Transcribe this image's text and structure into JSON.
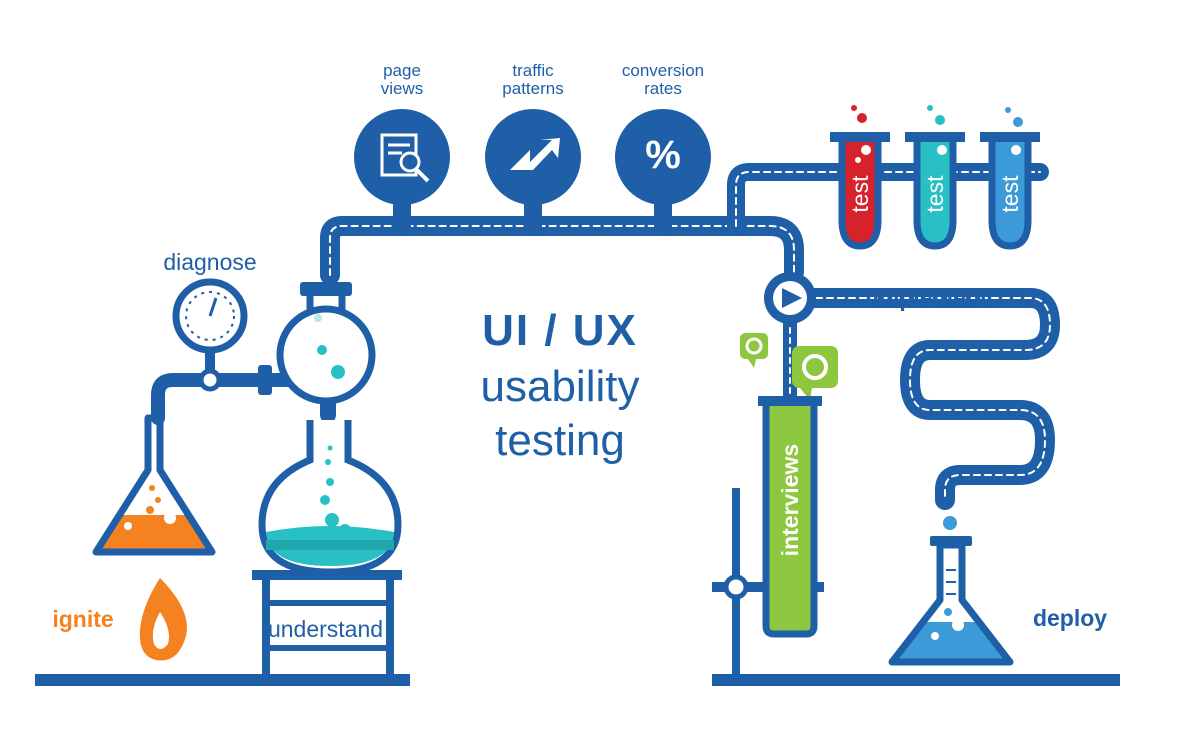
{
  "metrics": {
    "page_views": [
      "page",
      "views"
    ],
    "traffic_patterns": [
      "traffic",
      "patterns"
    ],
    "conversion_rates": [
      "conversion",
      "rates"
    ],
    "percent_symbol": "%"
  },
  "title": {
    "line1": "UI / UX",
    "line2": "usability",
    "line3": "testing"
  },
  "stages": {
    "diagnose": "diagnose",
    "ignite": "ignite",
    "understand": "understand",
    "implement": "implement",
    "interviews": "interviews",
    "deploy": "deploy",
    "test": "test"
  },
  "colors": {
    "blue": "#1f5fa8",
    "red": "#d7222c",
    "teal": "#28c0c4",
    "light_blue": "#3d9ad8",
    "orange": "#f58220",
    "green": "#8dc63f"
  }
}
